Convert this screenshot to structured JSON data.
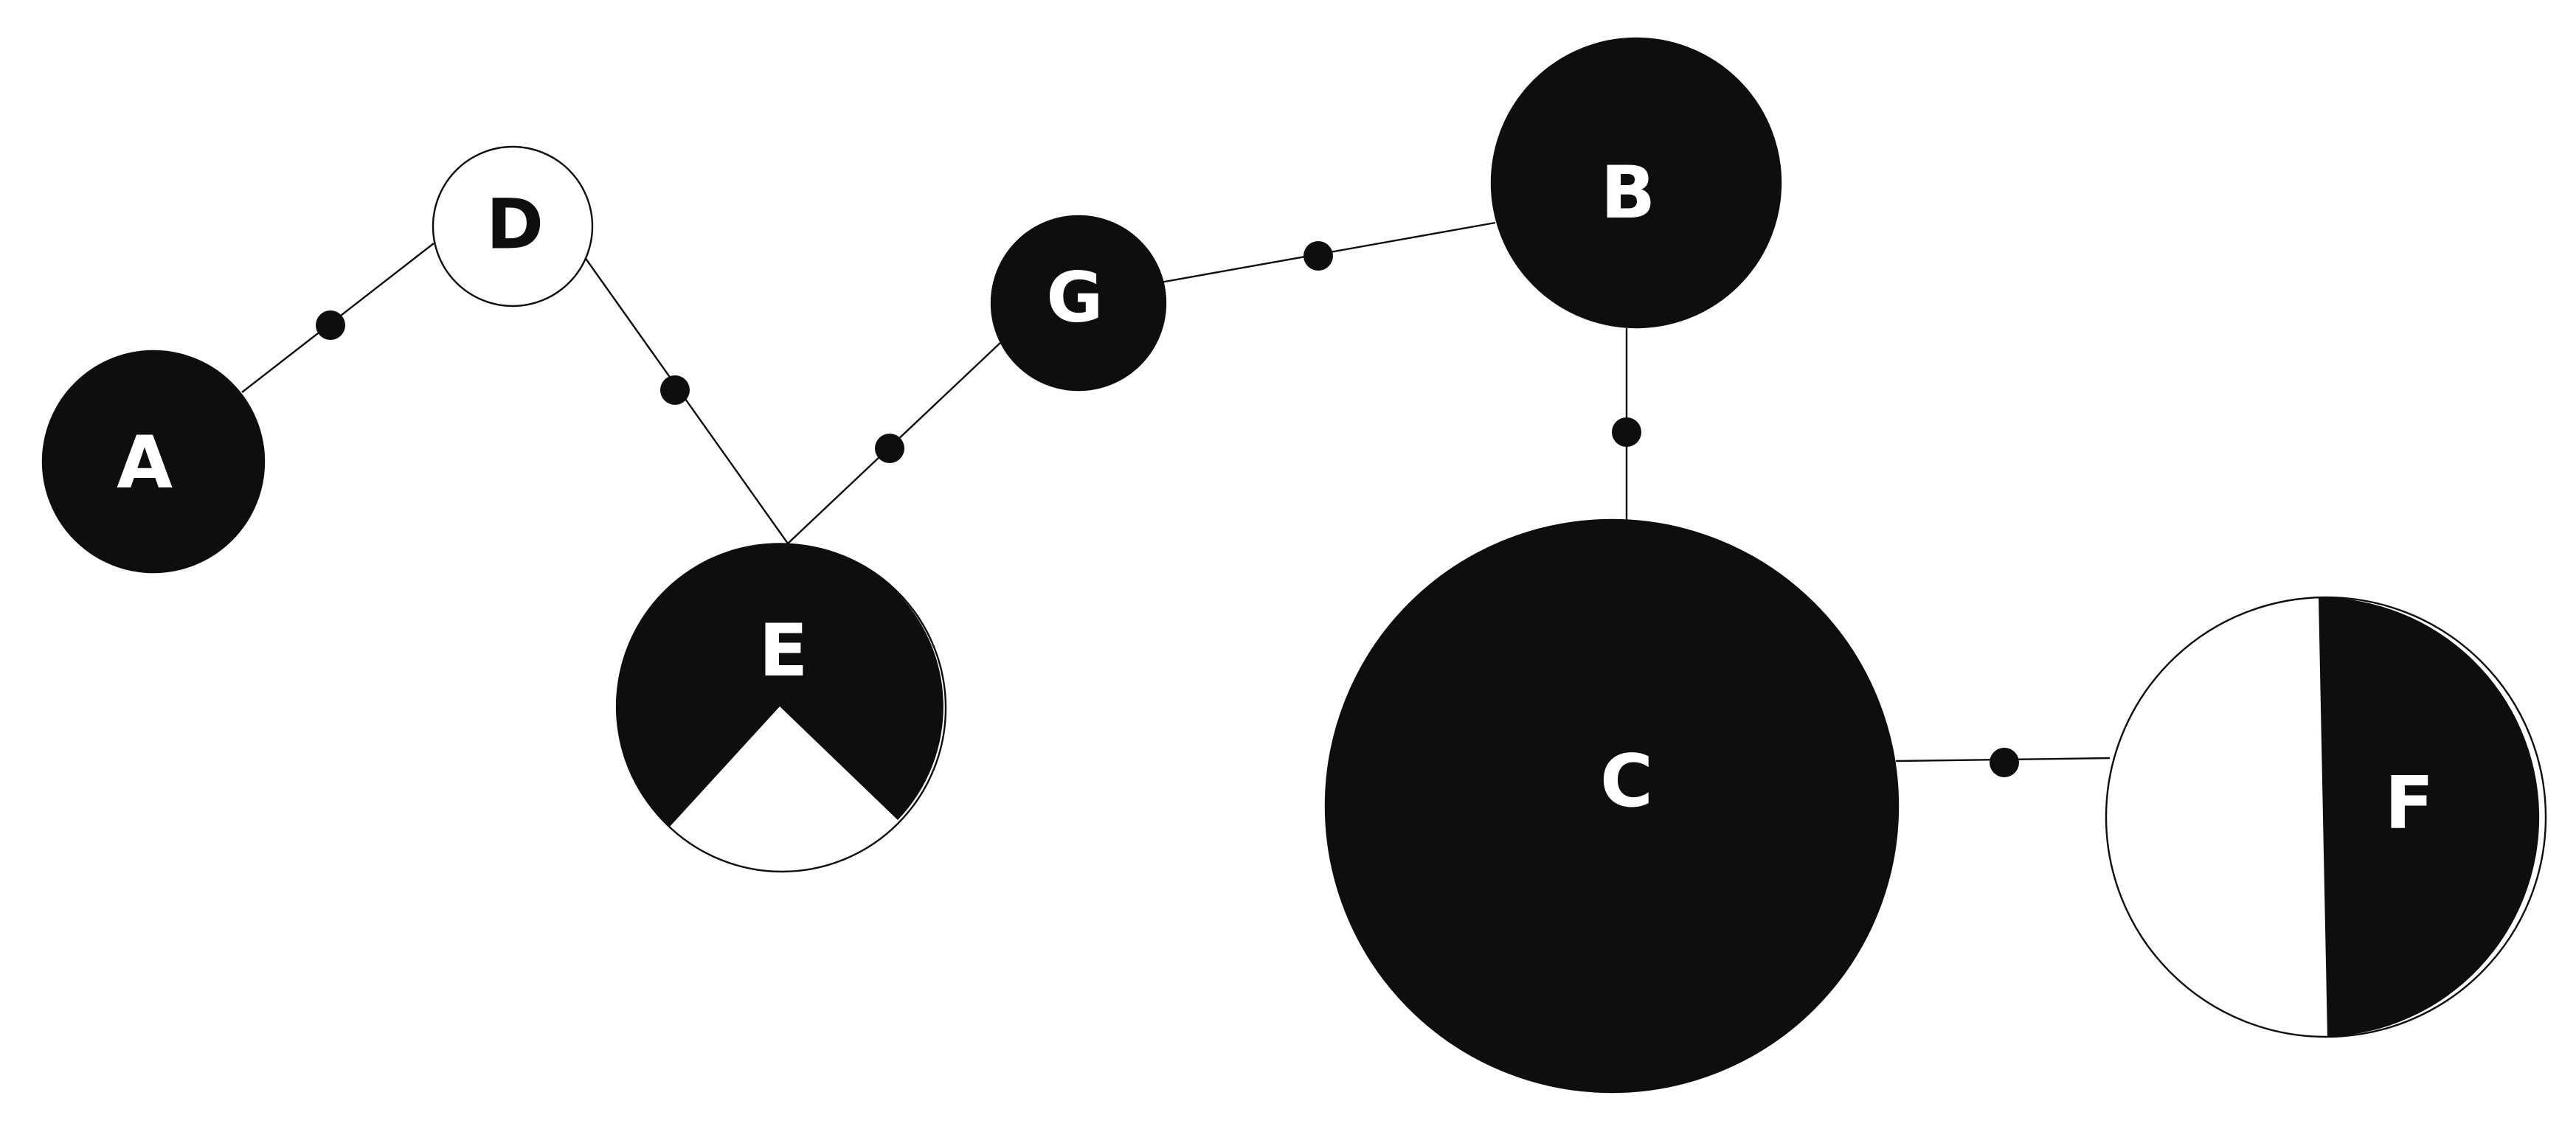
{
  "colors": {
    "fill": "#0d0f0f",
    "empty": "#ffffff",
    "line": "#0d0f0f",
    "label_on_dark": "#ffffff",
    "label_on_light": "#0d0f0f"
  },
  "nodes": {
    "A": {
      "label": "A",
      "filled_fraction": 1.0
    },
    "B": {
      "label": "B",
      "filled_fraction": 1.0
    },
    "C": {
      "label": "C",
      "filled_fraction": 1.0
    },
    "D": {
      "label": "D",
      "filled_fraction": 0.0
    },
    "E": {
      "label": "E",
      "filled_fraction": 0.75
    },
    "F": {
      "label": "F",
      "filled_fraction": 0.5
    },
    "G": {
      "label": "G",
      "filled_fraction": 1.0
    }
  },
  "edges": [
    {
      "from": "A",
      "to": "D",
      "mutations": 1
    },
    {
      "from": "D",
      "to": "E",
      "mutations": 1
    },
    {
      "from": "E",
      "to": "G",
      "mutations": 1
    },
    {
      "from": "G",
      "to": "B",
      "mutations": 1
    },
    {
      "from": "B",
      "to": "C",
      "mutations": 1
    },
    {
      "from": "C",
      "to": "F",
      "mutations": 1
    }
  ]
}
